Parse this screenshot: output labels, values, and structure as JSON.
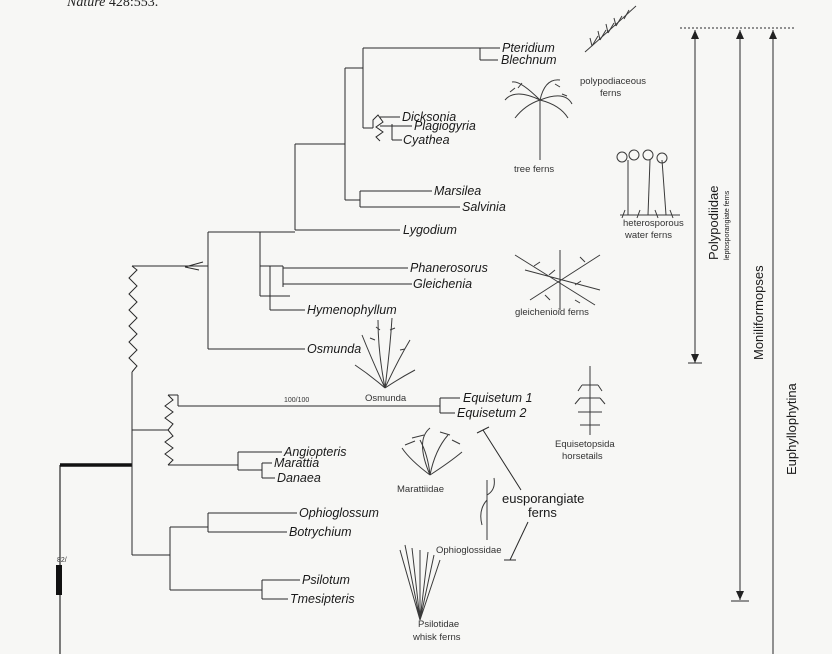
{
  "citation": {
    "journal": "Nature",
    "ref": "428:553."
  },
  "taxa": {
    "pteridium": "Pteridium",
    "blechnum": "Blechnum",
    "dicksonia": "Dicksonia",
    "plagiogyria": "Plagiogyria",
    "cyathea": "Cyathea",
    "marsilea": "Marsilea",
    "salvinia": "Salvinia",
    "lygodium": "Lygodium",
    "phanerosorus": "Phanerosorus",
    "gleichenia": "Gleichenia",
    "hymenophyllum": "Hymenophyllum",
    "osmunda": "Osmunda",
    "equisetum1": "Equisetum 1",
    "equisetum2": "Equisetum 2",
    "angiopteris": "Angiopteris",
    "marattia": "Marattia",
    "danaea": "Danaea",
    "ophioglossum": "Ophioglossum",
    "botrychium": "Botrychium",
    "psilotum": "Psilotum",
    "tmesipteris": "Tmesipteris"
  },
  "groups": {
    "polypodiaceous_1": "polypodiaceous",
    "polypodiaceous_2": "ferns",
    "tree_ferns": "tree ferns",
    "heterosporous_1": "heterosporous",
    "heterosporous_2": "water ferns",
    "gleichenioid": "gleichenioid ferns",
    "osmunda_img": "Osmunda",
    "equisetopsida_1": "Equisetopsida",
    "equisetopsida_2": "horsetails",
    "marattiidae": "Marattiidae",
    "eusporangiate_1": "eusporangiate",
    "eusporangiate_2": "ferns",
    "ophioglossidae": "Ophioglossidae",
    "psilotidae_1": "Psilotidae",
    "psilotidae_2": "whisk ferns"
  },
  "support": {
    "equisetum_node": "100/100",
    "root_node": "82/"
  },
  "clades": {
    "polypodiidae": "Polypodiidae",
    "polypodiidae_sub": "leptosporangiate ferns",
    "moniliformopses": "Moniliformopses",
    "euphyllophytina": "Euphyllophytina"
  }
}
